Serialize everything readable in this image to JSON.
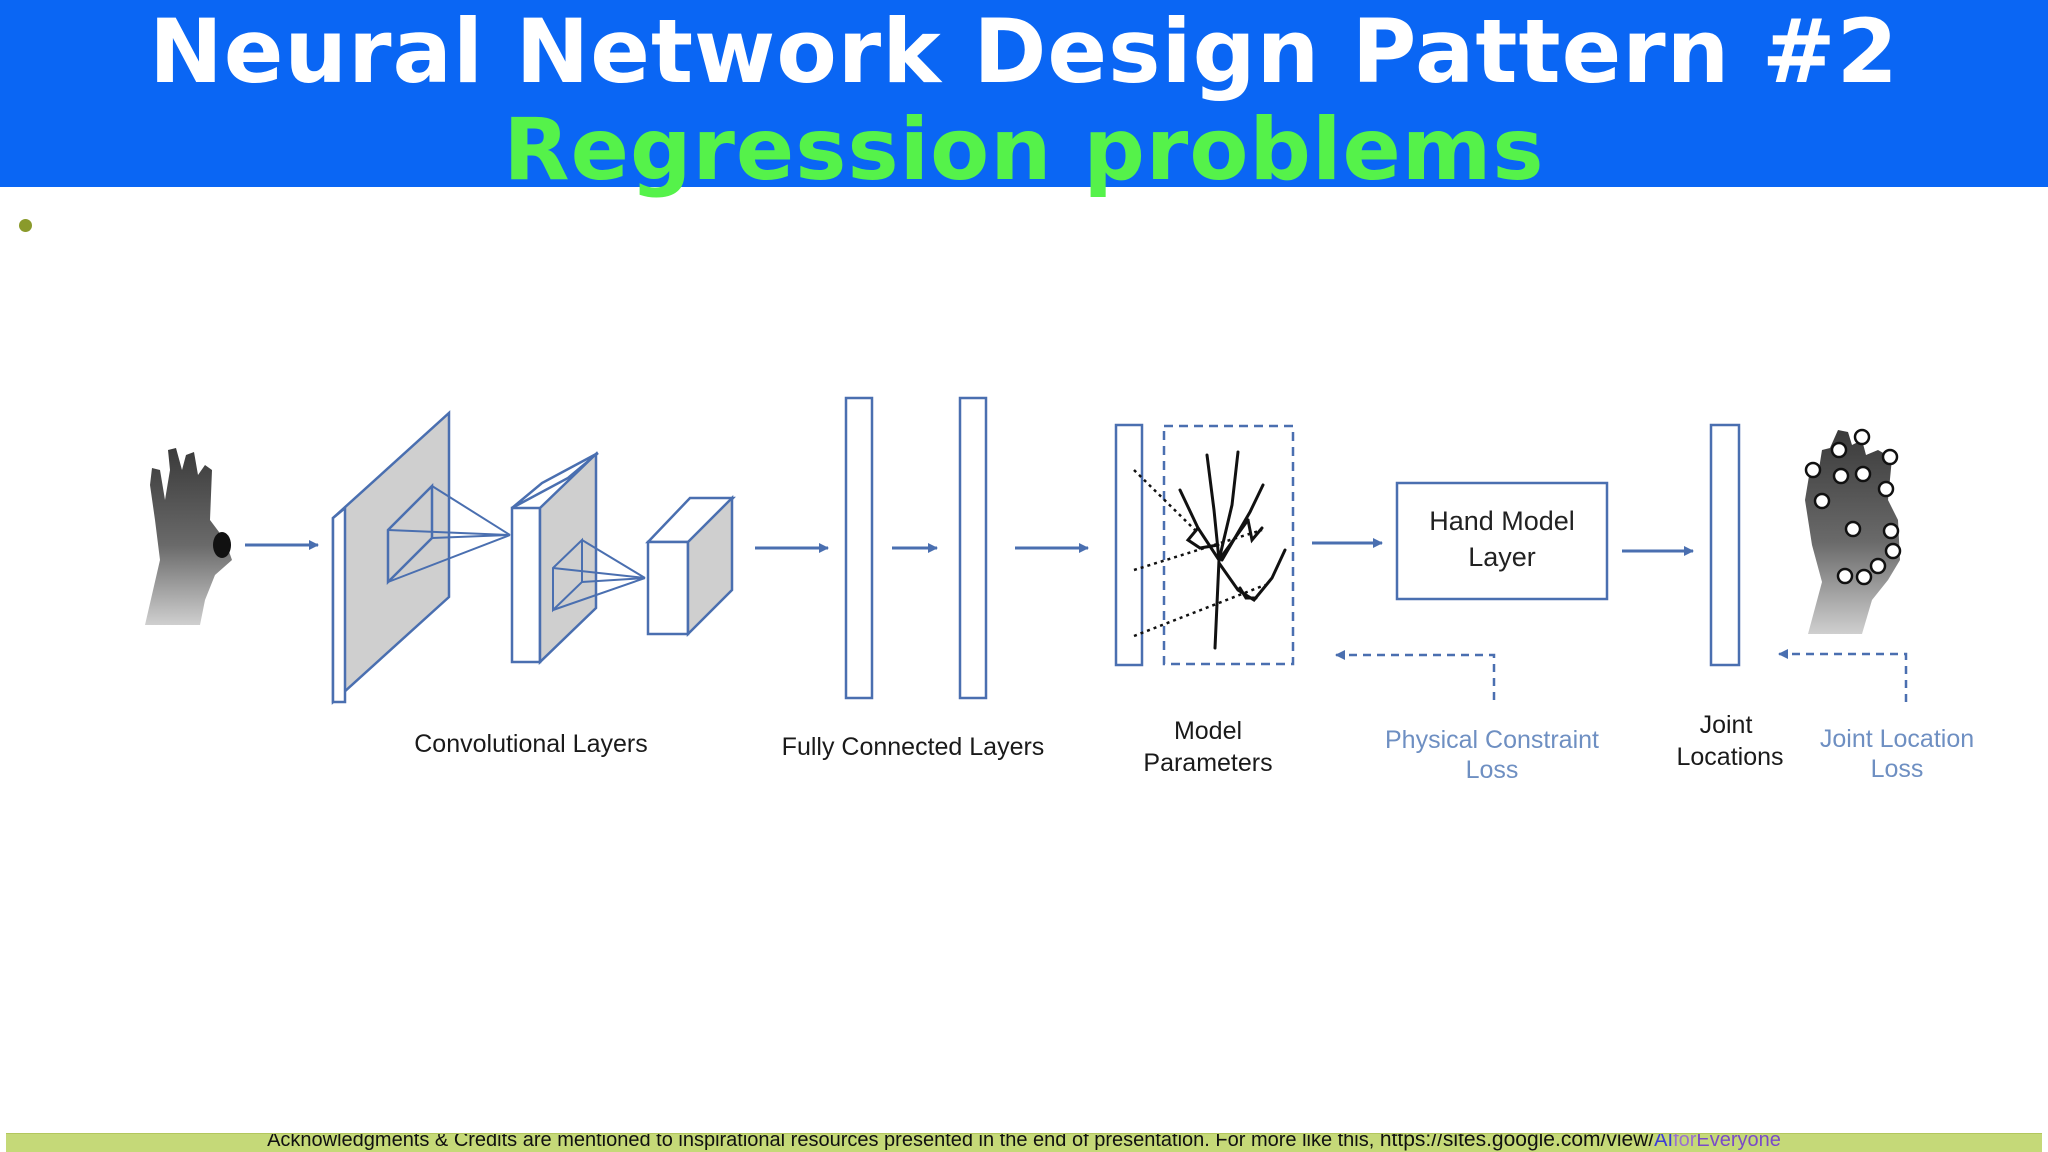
{
  "header": {
    "title": "Neural Network Design Pattern #2",
    "subtitle": "Regression problems"
  },
  "colors": {
    "header_bg": "#0a66f4",
    "title": "#ffffff",
    "subtitle": "#55f24a",
    "diagram_stroke": "#4a6fb0",
    "block_fill": "#cfcfcf",
    "loss_label": "#6e8fc2",
    "footer_bg": "#c5d978"
  },
  "diagram": {
    "labels": {
      "conv": "Convolutional Layers",
      "fc": "Fully Connected Layers",
      "model_params_1": "Model",
      "model_params_2": "Parameters",
      "hand_model_1": "Hand Model",
      "hand_model_2": "Layer",
      "physical_1": "Physical Constraint",
      "physical_2": "Loss",
      "joint_1": "Joint",
      "joint_2": "Locations",
      "jloss_1": "Joint Location",
      "jloss_2": "Loss"
    }
  },
  "footer": {
    "text": "Acknowledgments & Credits are mentioned to inspirational resources presented in the end of presentation.  For more like this, ",
    "url_a": "https://sites.google.com/view/",
    "url_b": "AI",
    "url_c": "for",
    "url_d": "Everyone"
  }
}
